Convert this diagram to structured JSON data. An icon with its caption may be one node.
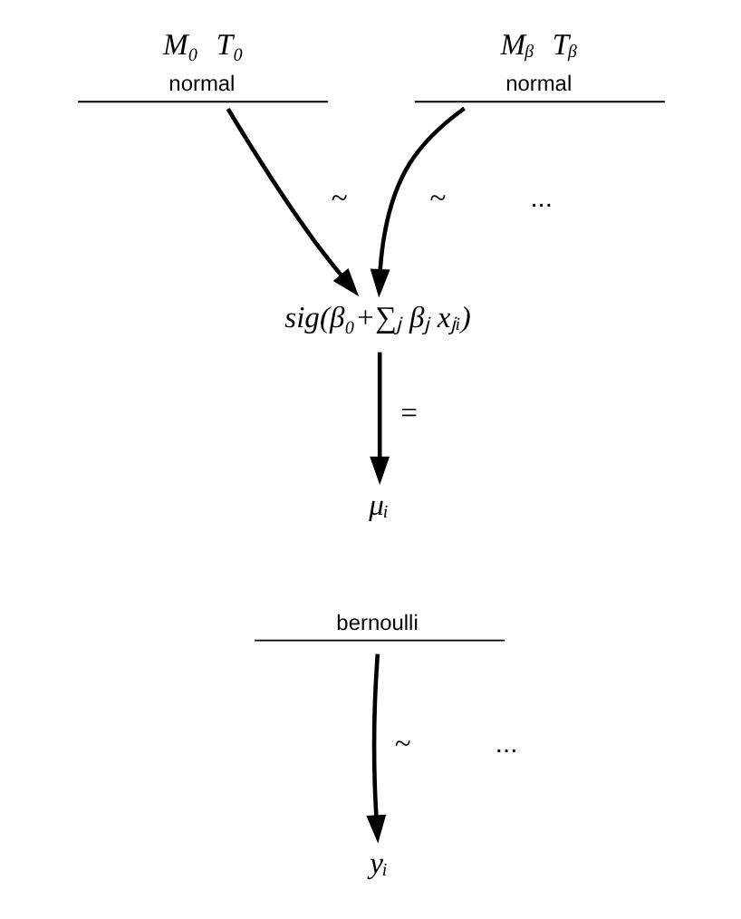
{
  "diagram": {
    "nodes": [
      {
        "text": [
          "M₀",
          "T₀",
          "normal"
        ]
      },
      {
        "text": [
          "Mᵦ",
          "Tᵦ",
          "normal"
        ]
      },
      {
        "text": [
          "sig(β₀+∑ⱼ βⱼ xⱼᵢ)"
        ]
      },
      {
        "text": [
          "μᵢ"
        ]
      },
      {
        "text": [
          "bernoulli"
        ]
      },
      {
        "text": [
          "yᵢ"
        ]
      }
    ],
    "edges": [
      {
        "from": 0,
        "to": 2,
        "arrow": "to",
        "label": "~"
      },
      {
        "from": 1,
        "to": 2,
        "arrow": "to",
        "label": "~"
      },
      {
        "from": 2,
        "to": 3,
        "arrow": "to",
        "label": "="
      },
      {
        "from": 4,
        "to": 5,
        "arrow": "to",
        "label": "~"
      }
    ],
    "labels": [
      "...",
      "..."
    ]
  }
}
